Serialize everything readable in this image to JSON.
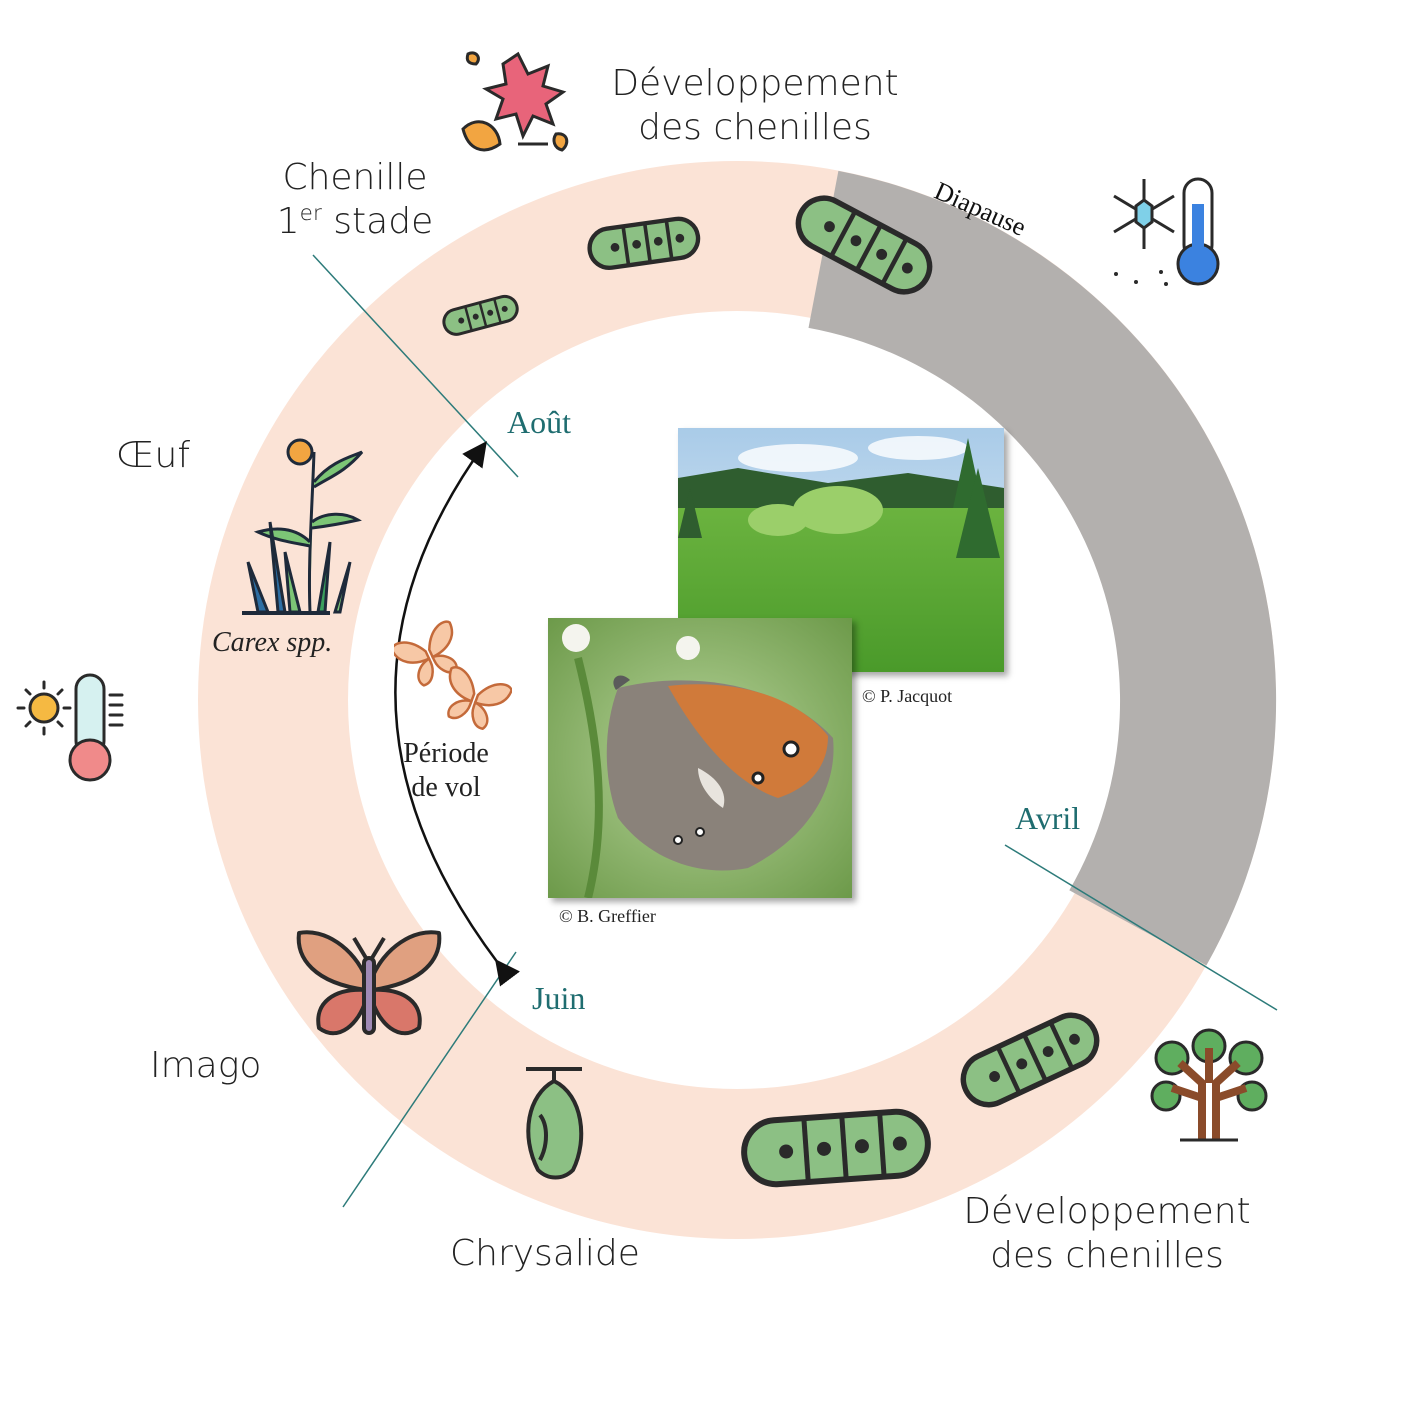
{
  "stages": {
    "chenille_1": "Chenille",
    "chenille_1_sup_num": "1",
    "chenille_1_sup": "er",
    "chenille_1_suffix": "stade",
    "oeuf": "Œuf",
    "imago": "Imago",
    "chrysalide": "Chrysalide",
    "dev_top_line1": "Développement",
    "dev_top_line2": "des chenilles",
    "dev_bottom_line1": "Développement",
    "dev_bottom_line2": "des chenilles",
    "diapause": "Diapause"
  },
  "months": {
    "aout": "Août",
    "avril": "Avril",
    "juin": "Juin"
  },
  "plant": "Carex spp.",
  "flight": {
    "line1": "Période",
    "line2": "de vol"
  },
  "credits": {
    "landscape": "© P. Jacquot",
    "butterfly": "© B. Greffier"
  },
  "colors": {
    "ring": "#fbe3d6",
    "diapause": "#b3b0ae",
    "divider": "#2d7b7a",
    "month": "#1f6d70",
    "caterpillar": "#8cc084"
  },
  "icons": [
    "autumn-leaves-icon",
    "snow-cold-thermometer-icon",
    "sun-hot-thermometer-icon",
    "tree-icon",
    "carex-plant-icon",
    "chrysalis-icon",
    "butterfly-icon",
    "caterpillar-icon"
  ]
}
